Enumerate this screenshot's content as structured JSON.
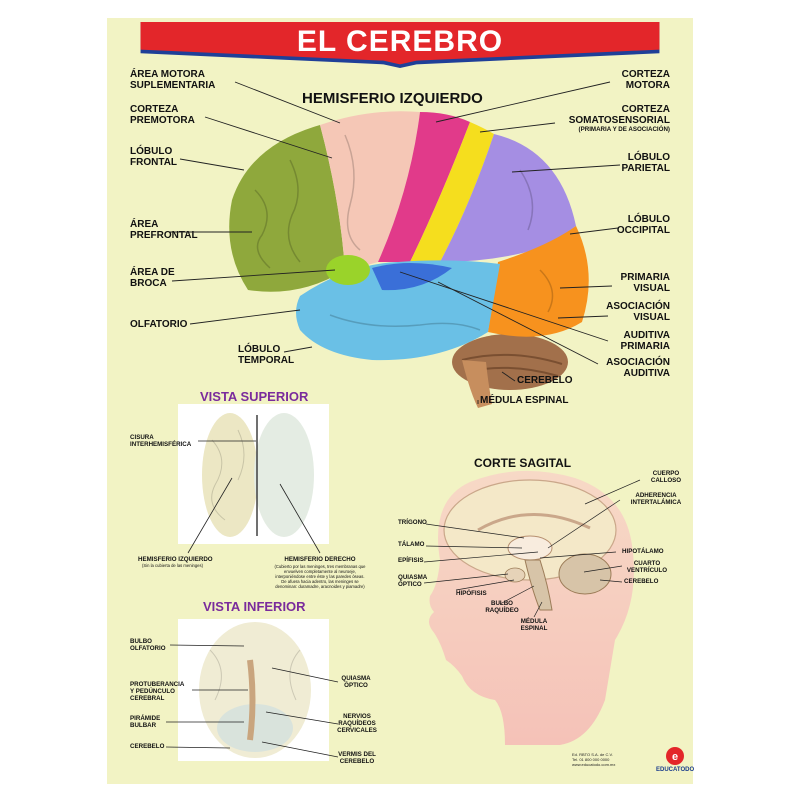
{
  "title": "EL CEREBRO",
  "colors": {
    "banner": "#e3262a",
    "background": "#f2f3c4",
    "accent_purple": "#7a2b9c"
  },
  "main_view": {
    "heading": "HEMISFERIO IZQUIERDO",
    "left_labels": {
      "area_motora_suplementaria": "ÁREA MOTORA\nSUPLEMENTARIA",
      "corteza_premotora": "CORTEZA\nPREMOTORA",
      "lobulo_frontal": "LÓBULO\nFRONTAL",
      "area_prefrontal": "ÁREA\nPREFRONTAL",
      "area_de_broca": "ÁREA DE\nBROCA",
      "olfatorio": "OLFATORIO",
      "lobulo_temporal": "LÓBULO\nTEMPORAL"
    },
    "right_labels": {
      "corteza_motora": "CORTEZA\nMOTORA",
      "corteza_somatosensorial": "CORTEZA\nSOMATOSENSORIAL",
      "corteza_somatosensorial_note": "(PRIMARIA Y DE ASOCIACIÓN)",
      "lobulo_parietal": "LÓBULO\nPARIETAL",
      "lobulo_occipital": "LÓBULO\nOCCIPITAL",
      "primaria_visual": "PRIMARIA\nVISUAL",
      "asociacion_visual": "ASOCIACIÓN\nVISUAL",
      "auditiva_primaria": "AUDITIVA\nPRIMARIA",
      "asociacion_auditiva": "ASOCIACIÓN\nAUDITIVA",
      "cerebelo": "CEREBELO",
      "medula_espinal": "MÉDULA ESPINAL"
    }
  },
  "vista_superior": {
    "heading": "VISTA SUPERIOR",
    "cisura": "CISURA\nINTERHEMISFÉRICA",
    "hemisferio_izquierdo": "HEMISFERIO IZQUIERDO",
    "hemisferio_izquierdo_note": "(Sin la cubierta de las meninges)",
    "hemisferio_derecho": "HEMISFERIO DERECHO",
    "hemisferio_derecho_note": "(Cubierto por las meninges, tres membranas que\nenvuelven completamente al neuroeje,\ninterponiéndose entre éste y las paredes óseas.\nDe afuera hacia adentro, las meninges se\ndenominan: duramadre, aracnoides y piamadre)"
  },
  "vista_inferior": {
    "heading": "VISTA INFERIOR",
    "bulbo_olfatorio": "BULBO\nOLFATORIO",
    "protuberancia": "PROTUBERANCIA\nY PEDÚNCULO\nCEREBRAL",
    "piramide_bulbar": "PIRÁMIDE\nBULBAR",
    "cerebelo": "CEREBELO",
    "quiasma_optico": "QUIASMA\nÓPTICO",
    "nervios_raquideos": "NERVIOS\nRAQUÍDEOS\nCERVICALES",
    "vermis": "VERMIS DEL\nCEREBELO"
  },
  "corte_sagital": {
    "heading": "CORTE SAGITAL",
    "cuerpo_calloso": "CUERPO\nCALLOSO",
    "adherencia": "ADHERENCIA\nINTERTALÁMICA",
    "trigono": "TRÍGONO",
    "talamo": "TÁLAMO",
    "epifisis": "EPÍFISIS",
    "hipotalamo": "HIPOTÁLAMO",
    "cuarto_ventriculo": "CUARTO\nVENTRÍCULO",
    "quiasma_optico": "QUIASMA\nÓPTICO",
    "cerebelo": "CEREBELO",
    "hipofisis": "HIPÓFISIS",
    "bulbo_raquideo": "BULBO\nRAQUÍDEO",
    "medula_espinal": "MÉDULA\nESPINAL"
  },
  "publisher": {
    "lines": "Ed. RBTO S.A. de C.V.\nTel. 01 800 000 0000\nwww.educatodo.com.mx",
    "logo": "EDUCATODO"
  }
}
